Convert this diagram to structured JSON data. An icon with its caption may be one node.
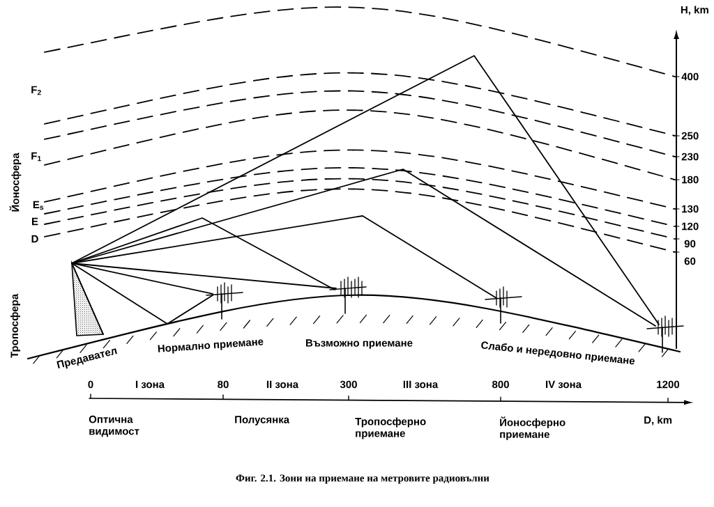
{
  "diagram": {
    "caption": "Фиг. 2.1. Зони на приемане на метровите радиовълни",
    "labels": [
      "H, km",
      "F$_{2}$",
      "400",
      "250",
      "F$_{1}$",
      "Йоносфера",
      "230",
      "180",
      "E$_{s}$",
      "130",
      "E",
      "120",
      "D",
      "90",
      "60",
      "Тропосфера",
      "Предавател",
      "Нормално приемане",
      "Възможно приемане",
      "Слабо и нередовно приемане",
      "0",
      "I зона",
      "80",
      "II зона",
      "300",
      "III зона",
      "800",
      "IV зона",
      "1200",
      "Оптична видимост",
      "Полусянка",
      "Тропосферно приемане",
      "Йоносферно приемане",
      "D, km"
    ]
  }
}
